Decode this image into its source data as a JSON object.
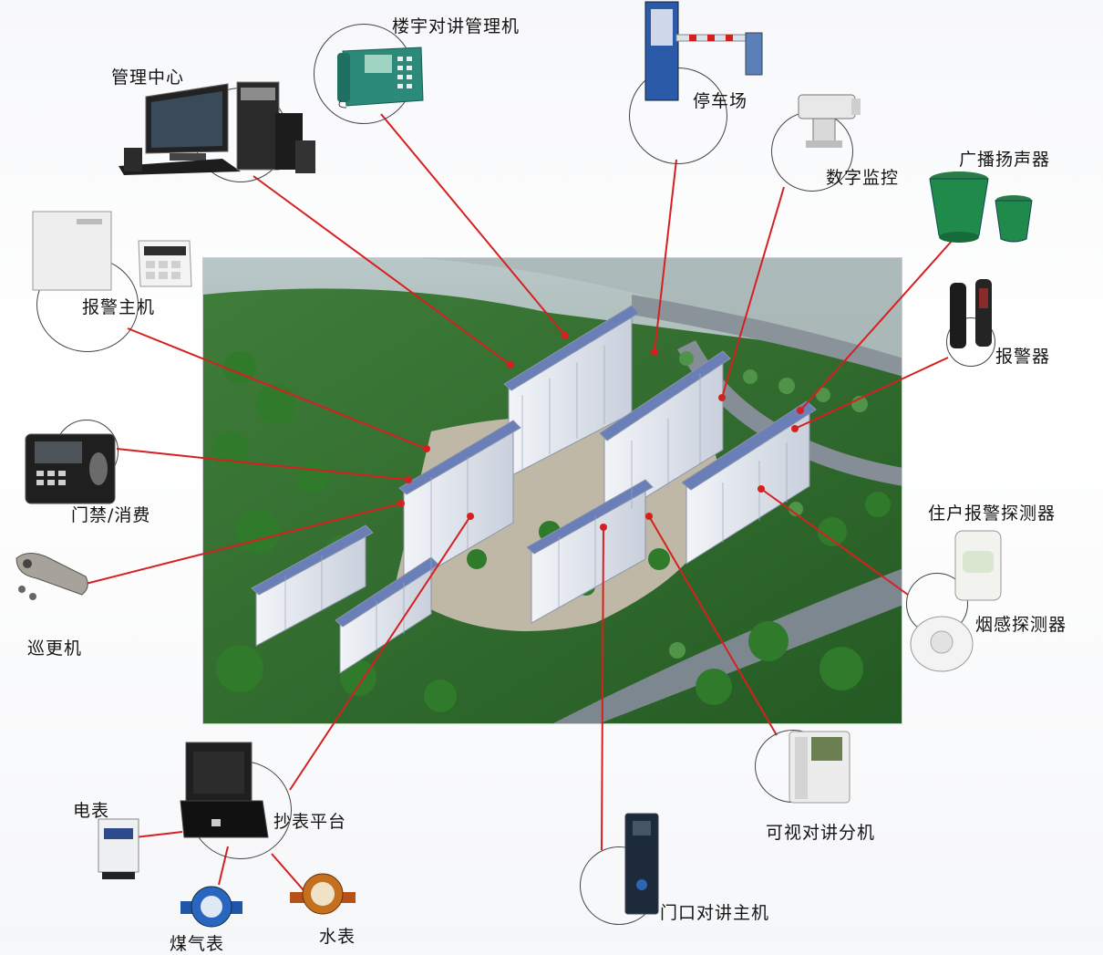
{
  "devices": {
    "management_center": "管理中心",
    "intercom_manager": "楼宇对讲管理机",
    "parking": "停车场",
    "digital_monitor": "数字监控",
    "broadcast_speaker": "广播扬声器",
    "alarm_host": "报警主机",
    "alarm": "报警器",
    "access_consume": "门禁/消费",
    "patrol": "巡更机",
    "resident_alarm_detector": "住户报警探测器",
    "smoke_detector": "烟感探测器",
    "video_intercom_ext": "可视对讲分机",
    "meter_platform": "抄表平台",
    "electric_meter": "电表",
    "gas_meter": "煤气表",
    "water_meter": "水表",
    "door_intercom_host": "门口对讲主机"
  },
  "colors": {
    "connector": "#d62020",
    "ring": "#444444",
    "forest": "#2f6b2c",
    "road": "#7d8790",
    "building_wall": "#e8ecf2",
    "building_roof": "#6a7fb8"
  }
}
